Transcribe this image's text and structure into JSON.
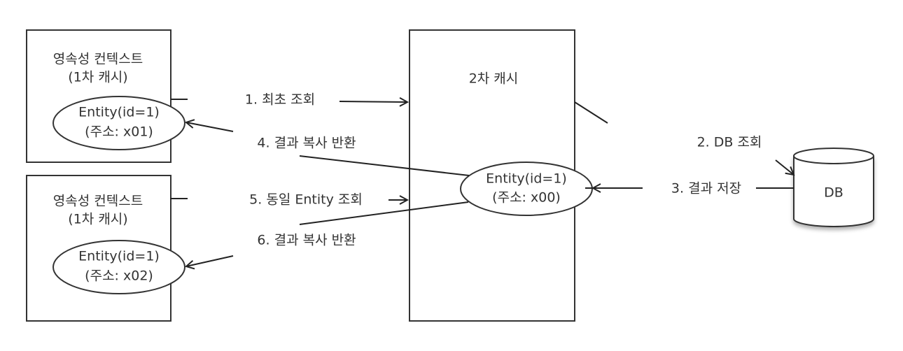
{
  "persistence_context_1": {
    "title": "영속성 컨텍스트",
    "subtitle": "(1차 캐시)",
    "entity": {
      "name": "Entity(id=1)",
      "address": "(주소: x01)"
    }
  },
  "persistence_context_2": {
    "title": "영속성 컨텍스트",
    "subtitle": "(1차 캐시)",
    "entity": {
      "name": "Entity(id=1)",
      "address": "(주소: x02)"
    }
  },
  "second_level_cache": {
    "title": "2차 캐시",
    "entity": {
      "name": "Entity(id=1)",
      "address": "(주소: x00)"
    }
  },
  "database": {
    "label": "DB"
  },
  "steps": {
    "s1": "1. 최초 조회",
    "s2": "2. DB 조회",
    "s3": "3. 결과 저장",
    "s4": "4. 결과 복사 반환",
    "s5": "5. 동일 Entity 조회",
    "s6": "6. 결과 복사 반환"
  }
}
